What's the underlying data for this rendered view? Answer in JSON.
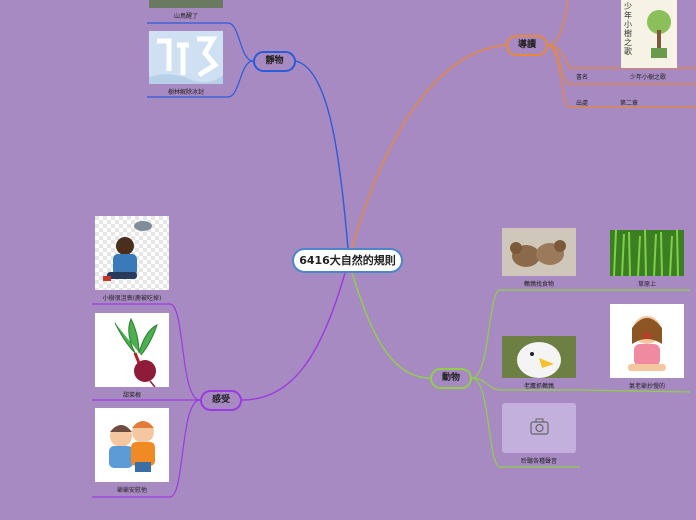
{
  "center": {
    "title": "6416大自然的規則"
  },
  "branches": {
    "jingwu": {
      "label": "靜物",
      "color": "#2a5bd9"
    },
    "daodu": {
      "label": "導讀",
      "color": "#e8883a"
    },
    "ganshou": {
      "label": "感受",
      "color": "#9a3ae0"
    },
    "dongwu": {
      "label": "動物",
      "color": "#8fd048"
    }
  },
  "jingwu_items": [
    "山鳥醒了",
    "樹林解除冰封"
  ],
  "daodu_items": {
    "book_label": "書名",
    "book_title": "少年小樹之歌",
    "source_label": "出處",
    "source_value": "第二章",
    "cover_text": "少年小樹之歌"
  },
  "ganshou_items": [
    "小樹很沮喪(鹿被吃掉)",
    "甜菜根",
    "爺爺安慰他"
  ],
  "dongwu_items": [
    "鵪鶉找食物",
    "草原上",
    "老鷹抓鵪鶉",
    "氣老爺抄慢的",
    "聆聽各種聲音"
  ],
  "icons": {
    "camera": "camera-icon"
  }
}
